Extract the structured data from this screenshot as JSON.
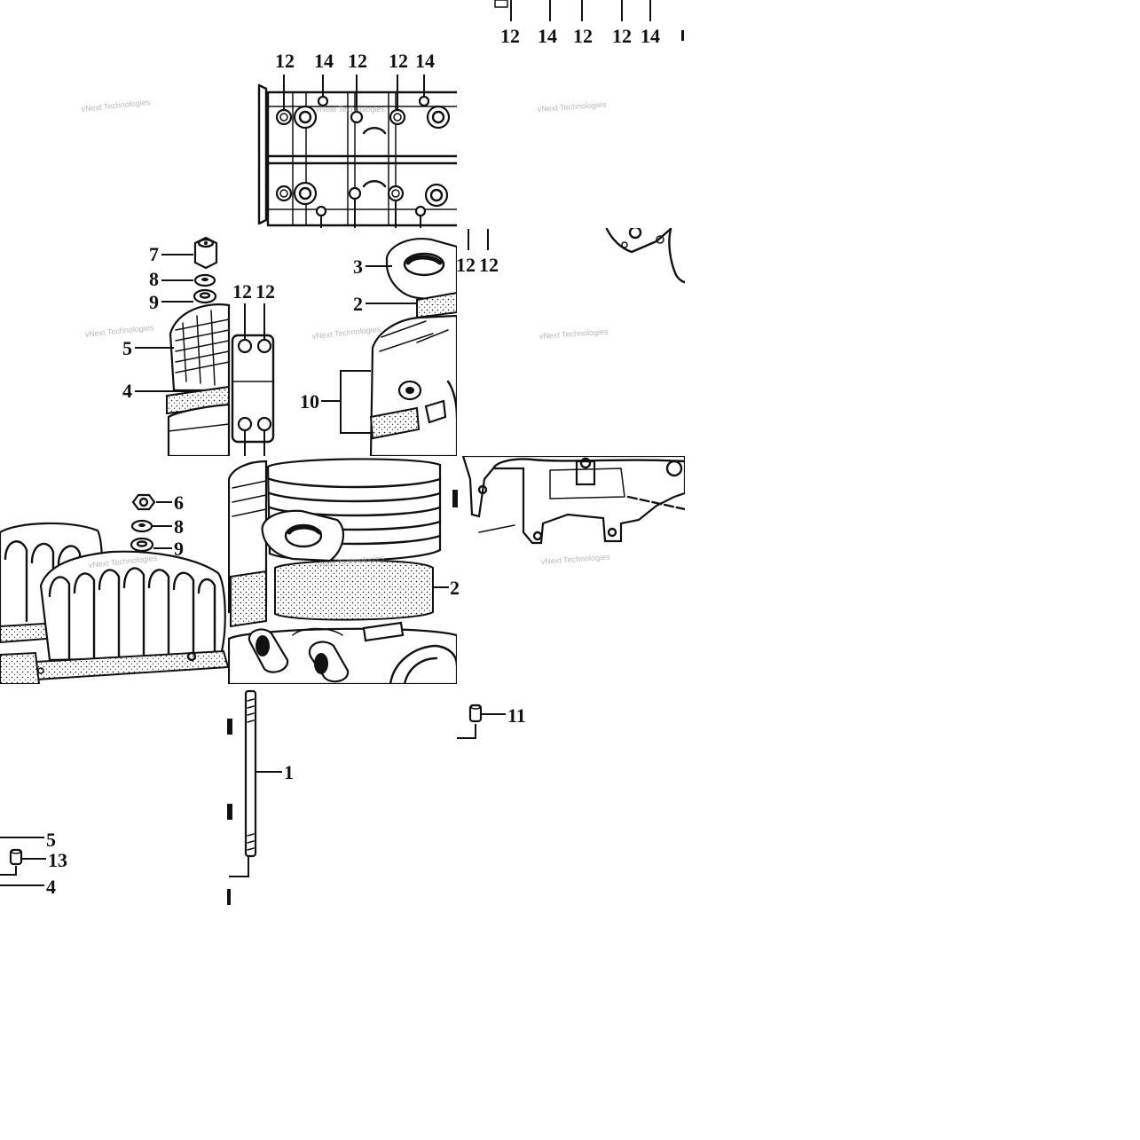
{
  "colors": {
    "ink": "#111111",
    "paper": "#ffffff",
    "watermark": "#9a9a9a"
  },
  "watermark": "vNext Technologies",
  "callouts": {
    "c_12": "12",
    "c_14": "14",
    "c_7": "7",
    "c_8": "8",
    "c_9": "9",
    "c_6": "6",
    "c_5": "5",
    "c_4": "4",
    "c_3": "3",
    "c_2": "2",
    "c_10": "10",
    "c_11": "11",
    "c_1": "1",
    "c_13": "13"
  }
}
